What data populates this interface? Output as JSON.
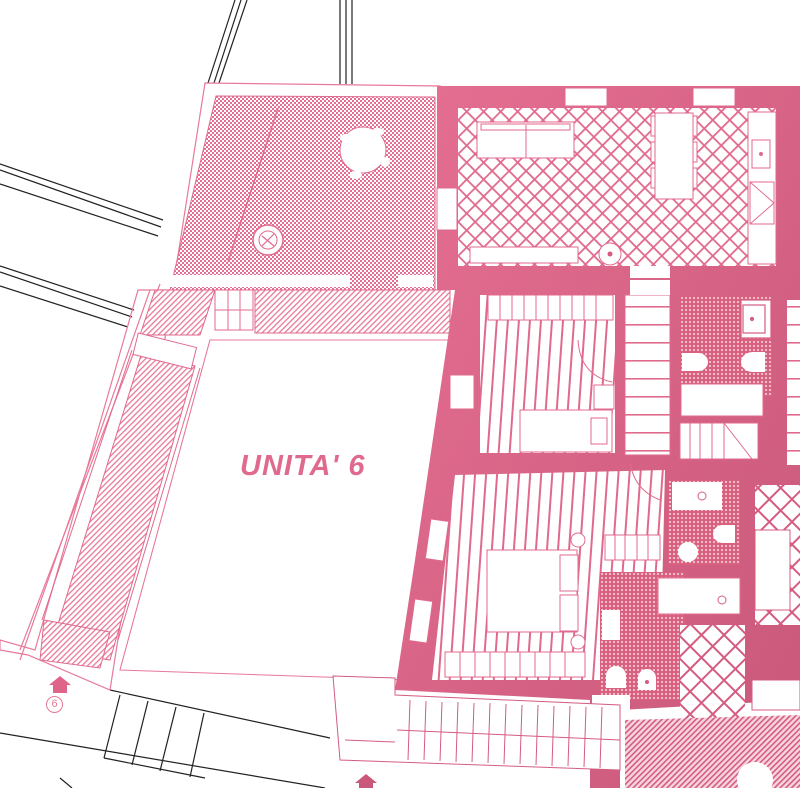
{
  "plan": {
    "unit_label": "UNITA' 6",
    "entrance_number": "6",
    "colors": {
      "wall": "#e0678b",
      "wall_dark": "#c9587a",
      "hatch": "#e56f92",
      "light_line": "#ef9ab2",
      "context_line": "#222222",
      "background": "#ffffff"
    },
    "rooms": [
      {
        "name": "terrace",
        "pattern": "checker"
      },
      {
        "name": "living-kitchen",
        "pattern": "diamond-lattice"
      },
      {
        "name": "bedroom-1",
        "pattern": "wood-stripes"
      },
      {
        "name": "stair",
        "pattern": "treads"
      },
      {
        "name": "bathroom-1",
        "pattern": "dots"
      },
      {
        "name": "bedroom-2",
        "pattern": "wood-stripes"
      },
      {
        "name": "bathroom-2",
        "pattern": "dots"
      },
      {
        "name": "bathroom-3",
        "pattern": "dots"
      },
      {
        "name": "hall",
        "pattern": "diamond-lattice"
      },
      {
        "name": "corridor-porch",
        "pattern": "diagonal-hatch"
      },
      {
        "name": "courtyard",
        "pattern": "none"
      }
    ]
  }
}
